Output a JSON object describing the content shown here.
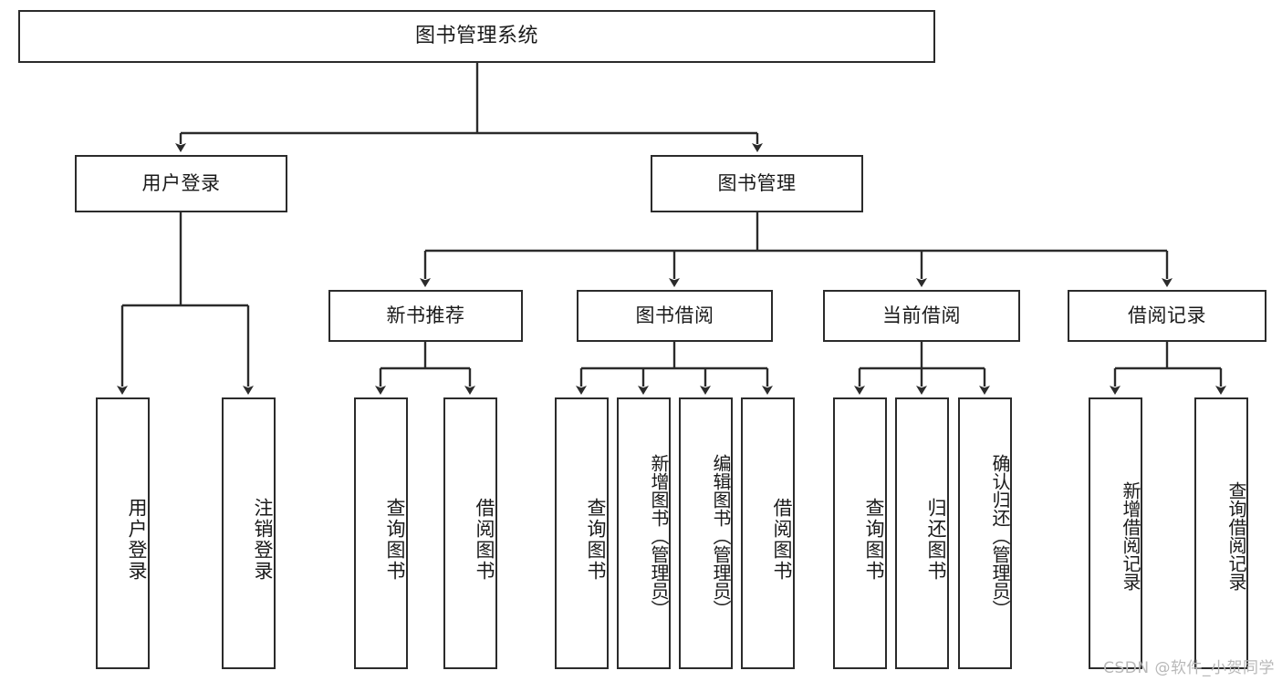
{
  "diagram": {
    "title": "图书管理系统",
    "type": "tree-hierarchy-chart",
    "root": {
      "label": "图书管理系统"
    },
    "level2": [
      {
        "label": "用户登录"
      },
      {
        "label": "图书管理"
      }
    ],
    "level3": [
      {
        "label": "新书推荐"
      },
      {
        "label": "图书借阅"
      },
      {
        "label": "当前借阅"
      },
      {
        "label": "借阅记录"
      }
    ],
    "leaves": {
      "user_login": [
        {
          "label": "用户登录"
        },
        {
          "label": "注销登录"
        }
      ],
      "new_book_recommend": [
        {
          "label": "查询图书"
        },
        {
          "label": "借阅图书"
        }
      ],
      "book_borrow": [
        {
          "label": "查询图书"
        },
        {
          "label": "新增图书（管理员）"
        },
        {
          "label": "编辑图书（管理员）"
        },
        {
          "label": "借阅图书"
        }
      ],
      "current_borrow": [
        {
          "label": "查询图书"
        },
        {
          "label": "归还图书"
        },
        {
          "label": "确认归还（管理员）"
        }
      ],
      "borrow_record": [
        {
          "label": "新增借阅记录"
        },
        {
          "label": "查询借阅记录"
        }
      ]
    }
  },
  "watermark": {
    "text": "CSDN @软件_小贺同学"
  },
  "colors": {
    "box_border": "#2b2b2b",
    "edge": "#2b2b2b",
    "background": "#ffffff",
    "text": "#1a1a1a",
    "watermark": "#b8b8b8"
  }
}
